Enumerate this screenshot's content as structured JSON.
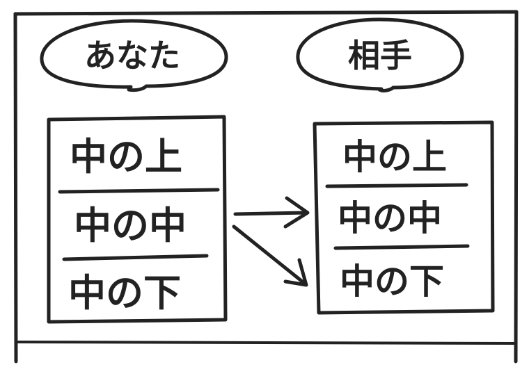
{
  "colors": {
    "ink": "#222222",
    "paper": "#ffffff"
  },
  "left_group": {
    "bubble_label": "あなた",
    "rows": [
      "中の上",
      "中の中",
      "中の下"
    ]
  },
  "right_group": {
    "bubble_label": "相手",
    "rows": [
      "中の上",
      "中の中",
      "中の下"
    ]
  },
  "arrows": [
    {
      "from": "left_group.rows.1",
      "to": "right_group.rows.1"
    },
    {
      "from": "left_group.rows.1",
      "to": "right_group.rows.2"
    }
  ]
}
